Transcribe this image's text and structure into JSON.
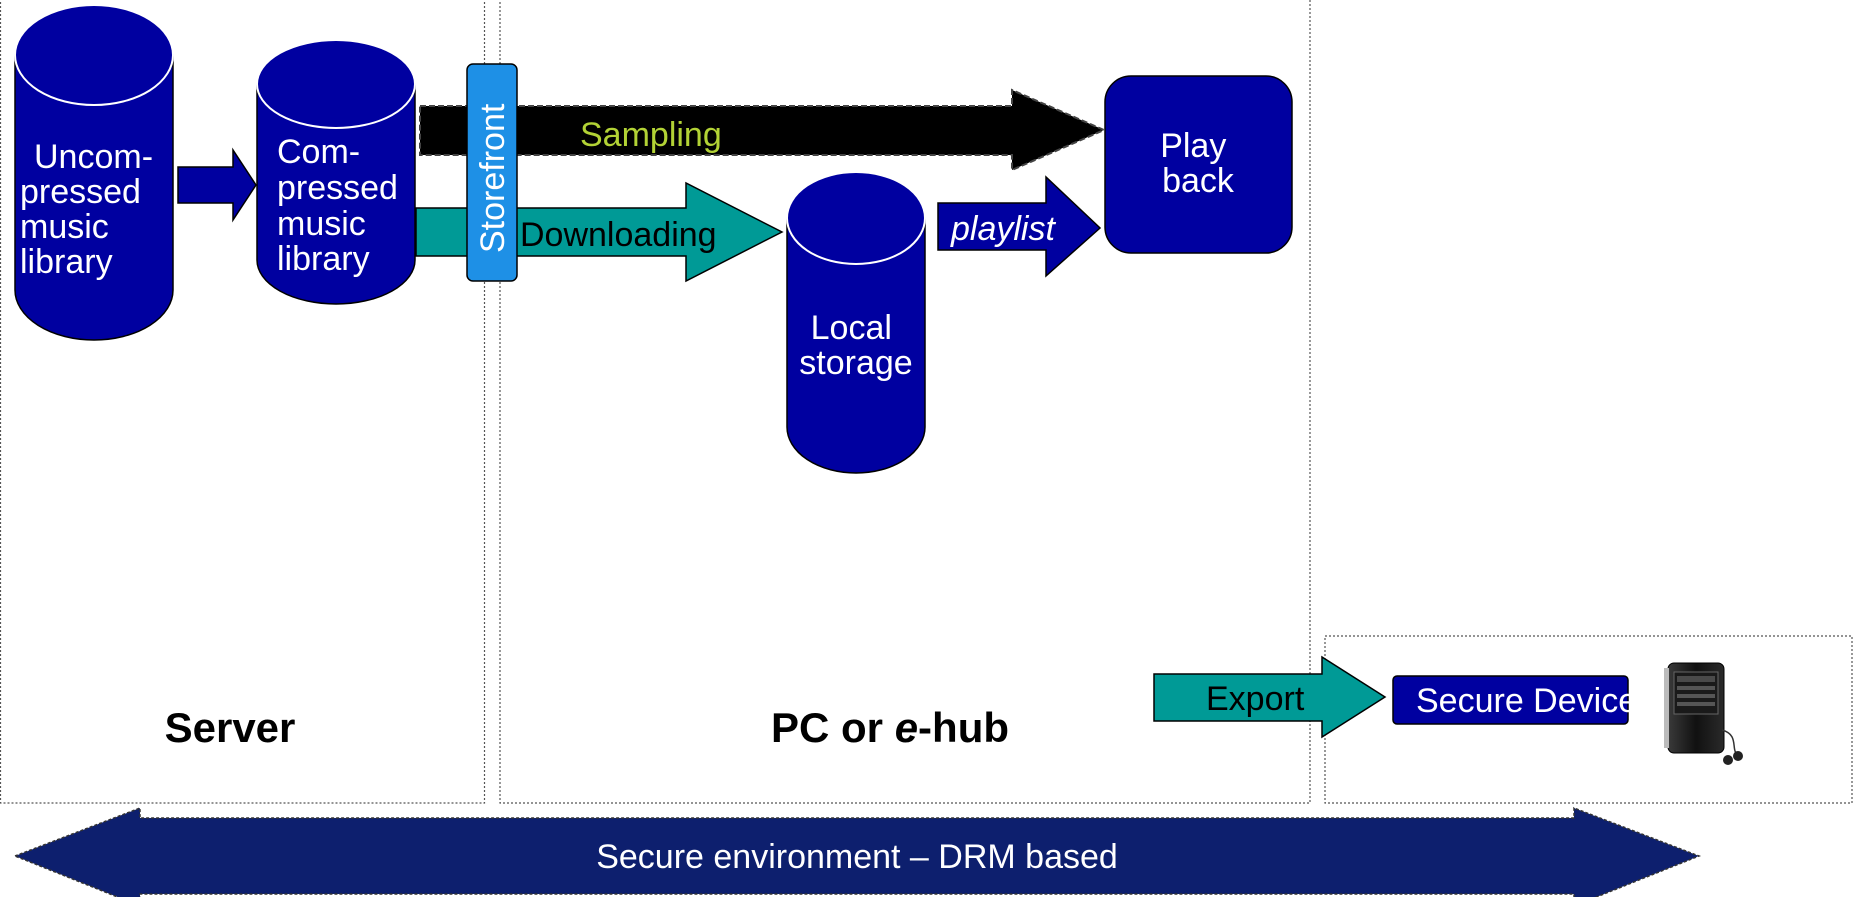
{
  "panels": {
    "server_label": "Server",
    "pc_label_prefix": "PC or ",
    "pc_label_italic": "e",
    "pc_label_suffix": "-hub"
  },
  "nodes": {
    "uncompressed": [
      "Uncom-",
      "pressed",
      "music",
      "library"
    ],
    "compressed": [
      "Com-",
      "pressed",
      "music",
      "library"
    ],
    "local_storage": [
      "Local",
      "storage"
    ],
    "playback": [
      "Play",
      "back"
    ],
    "storefront": "Storefront",
    "secure_devices": "Secure Devices"
  },
  "arrows": {
    "sampling": "Sampling",
    "downloading": "Downloading",
    "playlist": "playlist",
    "export": "Export",
    "secure_environment": "Secure environment – DRM based"
  },
  "colors": {
    "cylinder_blue": "#0000a0",
    "teal": "#009a96",
    "storefront_blue": "#1e90e6",
    "drm_navy": "#0d1f6e",
    "sampling_text": "#b2d235",
    "black": "#000000"
  }
}
